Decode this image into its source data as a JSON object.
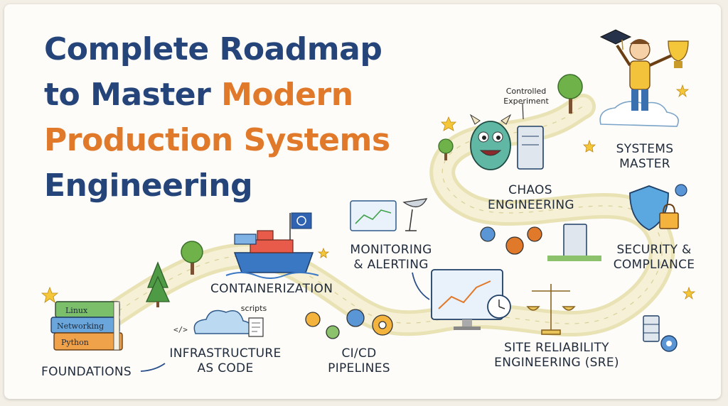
{
  "title": {
    "line1": "Complete Roadmap",
    "line2_a": "to Master ",
    "line2_b": "Modern",
    "line3": "Production Systems",
    "line4": "Engineering"
  },
  "stages": {
    "foundations": "FOUNDATIONS",
    "containerization": "CONTAINERIZATION",
    "iac_1": "INFRASTRUCTURE",
    "iac_2": "AS CODE",
    "cicd_1": "CI/CD",
    "cicd_2": "PIPELINES",
    "monitoring_1": "MONITORING",
    "monitoring_2": "& ALERTING",
    "sre_1": "SITE RELIABILITY",
    "sre_2": "ENGINEERING (SRE)",
    "chaos_1": "CHAOS",
    "chaos_2": "ENGINEERING",
    "security_1": "SECURITY &",
    "security_2": "COMPLIANCE",
    "master_1": "SYSTEMS",
    "master_2": "MASTER"
  },
  "annotations": {
    "controlled_1": "Controlled",
    "controlled_2": "Experiment",
    "scripts": "scripts",
    "code_tag": "</>"
  },
  "books": [
    "Linux",
    "Networking",
    "Python"
  ],
  "colors": {
    "title_blue": "#25457a",
    "title_orange": "#e1792b",
    "path": "#f2ecc4"
  }
}
